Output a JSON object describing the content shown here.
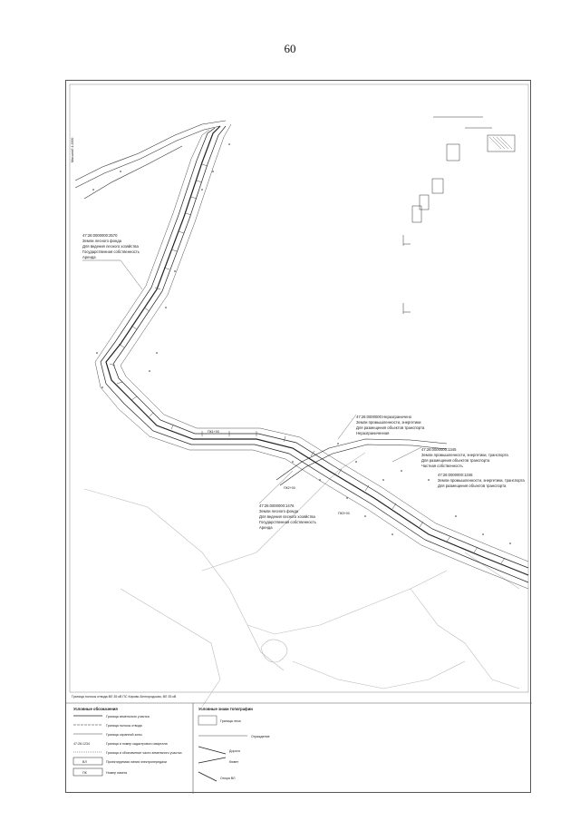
{
  "page": {
    "number": "60"
  },
  "map": {
    "frame_label": "Масштаб 1:2000",
    "parcels": [
      {
        "number": "47:26:0000000:2570",
        "lines": [
          "Земли лесного фонда",
          "Для ведения лесного хозяйства",
          "Государственная собственность",
          "Аренда"
        ]
      },
      {
        "number": "47:26:0000000:1476",
        "lines": [
          "Земли лесного фонда",
          "Для ведения лесного хозяйства",
          "Государственная собственность",
          "Аренда"
        ]
      },
      {
        "number": "47:26:0000000:Неразграничено",
        "lines": [
          "Земли промышленности, энергетики",
          "Для размещения объектов транспорта",
          "Неразграниченная"
        ]
      },
      {
        "number": "47:26:0000000:1345",
        "lines": [
          "Земли промышленности, энергетики, транспорта",
          "Для размещения объектов транспорта",
          "Частная собственность"
        ]
      },
      {
        "number": "47:26:0000000:1346",
        "lines": [
          "Земли промышленности, энергетики, транспорта",
          "Для размещения объектов транспорта"
        ]
      }
    ],
    "road_labels": [
      "ПК1+00",
      "ПК2+00",
      "ПК3+00"
    ],
    "footer_note": "Граница полосы отвода ВЛ 35 кВ ПС Кирово-Белгородская, ВЛ 35 кВ"
  },
  "legend": {
    "title": "Условные обозначения",
    "left_items": [
      {
        "sym": "",
        "text": "Граница земельного участка"
      },
      {
        "sym": "",
        "text": "Граница полосы отвода"
      },
      {
        "sym": "",
        "text": "Граница охранной зоны"
      },
      {
        "sym": "47:26:1234",
        "text": "Граница и номер кадастрового квартала"
      },
      {
        "sym": "",
        "text": "Граница и обозначение части земельного участка"
      },
      {
        "sym": "ВЛ",
        "text": "Проектируемая линия электропередачи"
      },
      {
        "sym": "ПК",
        "text": "Номер пикета"
      }
    ],
    "right_title": "Условные знаки топографии",
    "right_items": [
      {
        "text": "Граница леса"
      },
      {
        "text": "Ограждение"
      },
      {
        "text": "Дорога"
      },
      {
        "text": "Кювет"
      },
      {
        "text": "Опора ВЛ"
      }
    ]
  }
}
